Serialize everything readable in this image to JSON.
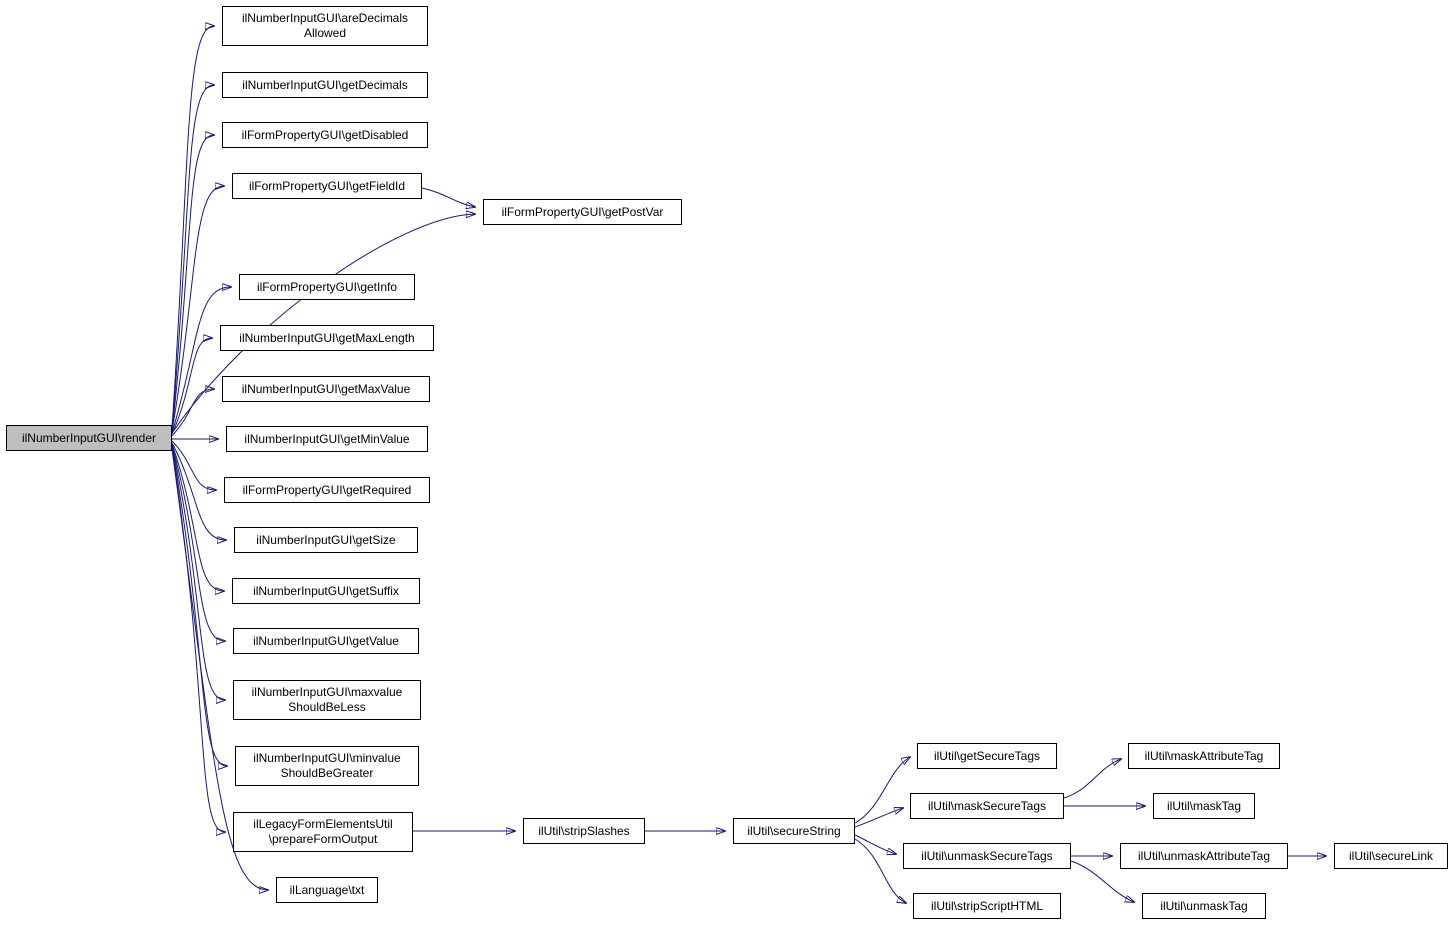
{
  "diagram": {
    "kind": "call-graph",
    "root": "ilNumberInputGUI\\render",
    "edge_color": "#191970",
    "node_border_color": "#000000",
    "root_fill_color": "#bfbfbf"
  },
  "nodes": {
    "render": {
      "label": "ilNumberInputGUI\\render"
    },
    "areDecimalsAllowed": {
      "label": "ilNumberInputGUI\\areDecimals\nAllowed"
    },
    "getDecimals": {
      "label": "ilNumberInputGUI\\getDecimals"
    },
    "getDisabled": {
      "label": "ilFormPropertyGUI\\getDisabled"
    },
    "getFieldId": {
      "label": "ilFormPropertyGUI\\getFieldId"
    },
    "getPostVar": {
      "label": "ilFormPropertyGUI\\getPostVar"
    },
    "getInfo": {
      "label": "ilFormPropertyGUI\\getInfo"
    },
    "getMaxLength": {
      "label": "ilNumberInputGUI\\getMaxLength"
    },
    "getMaxValue": {
      "label": "ilNumberInputGUI\\getMaxValue"
    },
    "getMinValue": {
      "label": "ilNumberInputGUI\\getMinValue"
    },
    "getRequired": {
      "label": "ilFormPropertyGUI\\getRequired"
    },
    "getSize": {
      "label": "ilNumberInputGUI\\getSize"
    },
    "getSuffix": {
      "label": "ilNumberInputGUI\\getSuffix"
    },
    "getValue": {
      "label": "ilNumberInputGUI\\getValue"
    },
    "maxvalueShouldBeLess": {
      "label": "ilNumberInputGUI\\maxvalue\nShouldBeLess"
    },
    "minvalueShouldBeGreater": {
      "label": "ilNumberInputGUI\\minvalue\nShouldBeGreater"
    },
    "prepareFormOutput": {
      "label": "ilLegacyFormElementsUtil\n\\prepareFormOutput"
    },
    "txt": {
      "label": "ilLanguage\\txt"
    },
    "stripSlashes": {
      "label": "ilUtil\\stripSlashes"
    },
    "secureString": {
      "label": "ilUtil\\secureString"
    },
    "getSecureTags": {
      "label": "ilUtil\\getSecureTags"
    },
    "maskSecureTags": {
      "label": "ilUtil\\maskSecureTags"
    },
    "unmaskSecureTags": {
      "label": "ilUtil\\unmaskSecureTags"
    },
    "stripScriptHTML": {
      "label": "ilUtil\\stripScriptHTML"
    },
    "maskAttributeTag": {
      "label": "ilUtil\\maskAttributeTag"
    },
    "maskTag": {
      "label": "ilUtil\\maskTag"
    },
    "unmaskAttributeTag": {
      "label": "ilUtil\\unmaskAttributeTag"
    },
    "unmaskTag": {
      "label": "ilUtil\\unmaskTag"
    },
    "secureLink": {
      "label": "ilUtil\\secureLink"
    }
  },
  "edges": [
    {
      "from": "render",
      "to": "areDecimalsAllowed"
    },
    {
      "from": "render",
      "to": "getDecimals"
    },
    {
      "from": "render",
      "to": "getDisabled"
    },
    {
      "from": "render",
      "to": "getFieldId"
    },
    {
      "from": "render",
      "to": "getPostVar"
    },
    {
      "from": "render",
      "to": "getInfo"
    },
    {
      "from": "render",
      "to": "getMaxLength"
    },
    {
      "from": "render",
      "to": "getMaxValue"
    },
    {
      "from": "render",
      "to": "getMinValue"
    },
    {
      "from": "render",
      "to": "getRequired"
    },
    {
      "from": "render",
      "to": "getSize"
    },
    {
      "from": "render",
      "to": "getSuffix"
    },
    {
      "from": "render",
      "to": "getValue"
    },
    {
      "from": "render",
      "to": "maxvalueShouldBeLess"
    },
    {
      "from": "render",
      "to": "minvalueShouldBeGreater"
    },
    {
      "from": "render",
      "to": "prepareFormOutput"
    },
    {
      "from": "render",
      "to": "txt"
    },
    {
      "from": "getFieldId",
      "to": "getPostVar"
    },
    {
      "from": "prepareFormOutput",
      "to": "stripSlashes"
    },
    {
      "from": "stripSlashes",
      "to": "secureString"
    },
    {
      "from": "secureString",
      "to": "getSecureTags"
    },
    {
      "from": "secureString",
      "to": "maskSecureTags"
    },
    {
      "from": "secureString",
      "to": "unmaskSecureTags"
    },
    {
      "from": "secureString",
      "to": "stripScriptHTML"
    },
    {
      "from": "maskSecureTags",
      "to": "maskAttributeTag"
    },
    {
      "from": "maskSecureTags",
      "to": "maskTag"
    },
    {
      "from": "unmaskSecureTags",
      "to": "unmaskAttributeTag"
    },
    {
      "from": "unmaskSecureTags",
      "to": "unmaskTag"
    },
    {
      "from": "unmaskAttributeTag",
      "to": "secureLink"
    }
  ]
}
